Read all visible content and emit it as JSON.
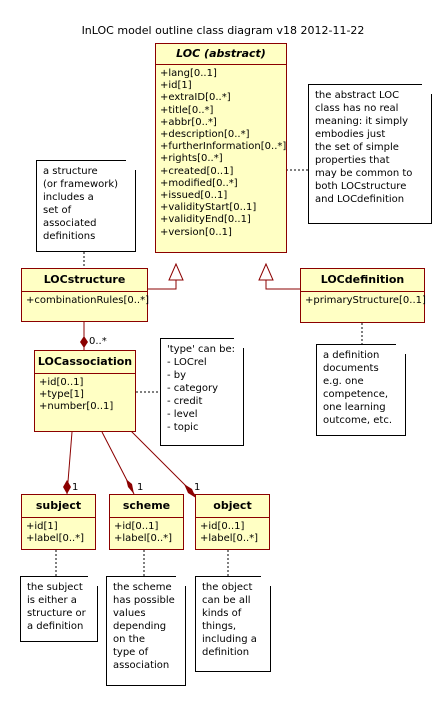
{
  "title": "InLOC model outline class diagram v18 2012-11-22",
  "classes": {
    "loc": {
      "name": "LOC (abstract)",
      "attrs": [
        "+lang[0..1]",
        "+id[1]",
        "+extraID[0..*]",
        "+title[0..*]",
        "+abbr[0..*]",
        "+description[0..*]",
        "+furtherInformation[0..*]",
        "+rights[0..*]",
        "+created[0..1]",
        "+modified[0..*]",
        "+issued[0..1]",
        "+validityStart[0..1]",
        "+validityEnd[0..1]",
        "+version[0..1]"
      ]
    },
    "locstructure": {
      "name": "LOCstructure",
      "attrs": [
        "+combinationRules[0..*]"
      ]
    },
    "locdefinition": {
      "name": "LOCdefinition",
      "attrs": [
        "+primaryStructure[0..1]"
      ]
    },
    "locassociation": {
      "name": "LOCassociation",
      "attrs": [
        "+id[0..1]",
        "+type[1]",
        "+number[0..1]"
      ]
    },
    "subject": {
      "name": "subject",
      "attrs": [
        "+id[1]",
        "+label[0..*]"
      ]
    },
    "scheme": {
      "name": "scheme",
      "attrs": [
        "+id[0..1]",
        "+label[0..*]"
      ]
    },
    "object": {
      "name": "object",
      "attrs": [
        "+id[0..1]",
        "+label[0..*]"
      ]
    }
  },
  "notes": {
    "loc_note": [
      "the abstract LOC",
      "class has no real",
      "meaning: it simply",
      "embodies just",
      "the set of simple",
      "properties that",
      "may be common to",
      "both LOCstructure",
      "and LOCdefinition"
    ],
    "structure_note": [
      "a structure",
      "(or framework)",
      "includes a",
      "set of",
      "associated",
      "definitions"
    ],
    "definition_note": [
      "a definition",
      "documents",
      "e.g. one",
      "competence,",
      "one learning",
      "outcome, etc."
    ],
    "type_note": [
      "'type' can be:",
      "- LOCrel",
      "- by",
      "- category",
      "- credit",
      "- level",
      "- topic"
    ],
    "subject_note": [
      "the subject",
      "is either a",
      "structure or",
      "a definition"
    ],
    "scheme_note": [
      "the scheme",
      "has possible",
      "values",
      "depending",
      "on the",
      "type of",
      "association"
    ],
    "object_note": [
      "the object",
      "can be all",
      "kinds of",
      "things,",
      "including a",
      "definition"
    ]
  },
  "multiplicities": {
    "assoc_in": "0..*",
    "subject": "1",
    "scheme": "1",
    "object": "1"
  }
}
